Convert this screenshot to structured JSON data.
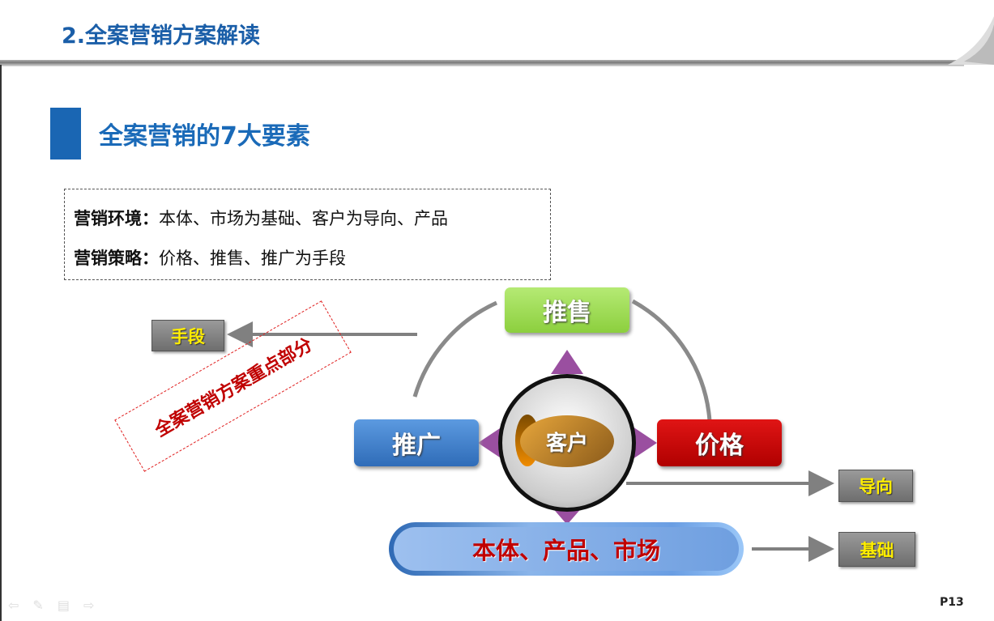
{
  "header": {
    "title": "2.全案营销方案解读"
  },
  "section": {
    "heading": "全案营销的7大要素"
  },
  "info": {
    "line1_label": "营销环境：",
    "line1_text": "本体、市场为基础、客户为导向、产品",
    "line2_label": "营销策略：",
    "line2_text": "价格、推售、推广为手段"
  },
  "diagram": {
    "top": "推售",
    "left": "推广",
    "right": "价格",
    "center": "客户",
    "base": "本体、产品、市场",
    "means": "手段",
    "guide": "导向",
    "foundation": "基础",
    "highlight": "全案营销方案重点部分",
    "colors": {
      "top": "#9ad94f",
      "left": "#3b7cc9",
      "right": "#cc0a0a"
    }
  },
  "footer": {
    "page": "P13",
    "nav_icons": [
      "prev-arrow-icon",
      "pen-icon",
      "menu-icon",
      "next-arrow-icon"
    ]
  }
}
